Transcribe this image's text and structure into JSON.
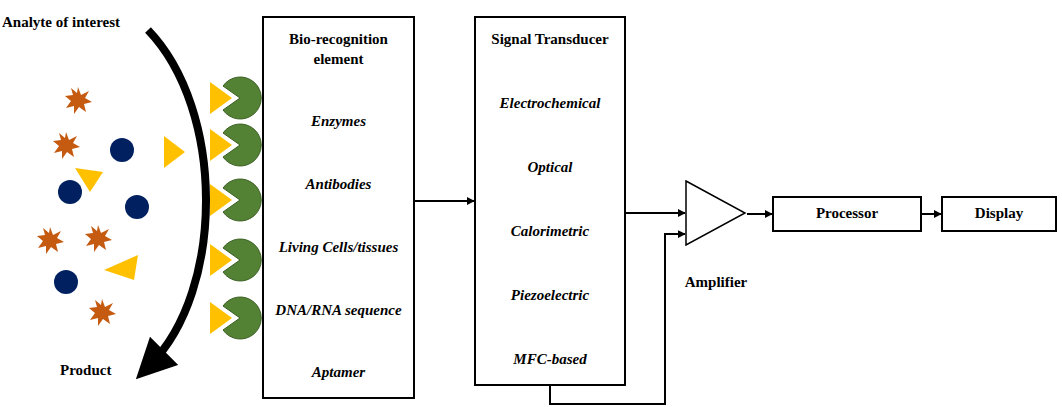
{
  "diagram": {
    "nodes": [
      {
        "text": [
          "Bio-recognition element",
          "Enzymes",
          "Antibodies",
          "Living Cells/tissues",
          "DNA/RNA sequence",
          "Aptamer"
        ]
      },
      {
        "text": [
          "Signal Transducer",
          "Electrochemical",
          "Optical",
          "Calorimetric",
          "Piezoelectric",
          "MFC-based"
        ]
      },
      {
        "text": [
          "Amplifier"
        ]
      },
      {
        "text": [
          "Processor"
        ]
      },
      {
        "text": [
          "Display"
        ]
      }
    ],
    "edges": [
      {
        "from": 0,
        "to": 1,
        "arrow": "to"
      },
      {
        "from": 1,
        "to": 2,
        "arrow": "to"
      },
      {
        "from": 2,
        "to": 3,
        "arrow": "to"
      },
      {
        "from": 3,
        "to": 4,
        "arrow": "to"
      },
      {
        "from": 1,
        "to": 2,
        "arrow": "to"
      }
    ],
    "labels": [
      "Analyte of interest",
      "Product"
    ]
  }
}
